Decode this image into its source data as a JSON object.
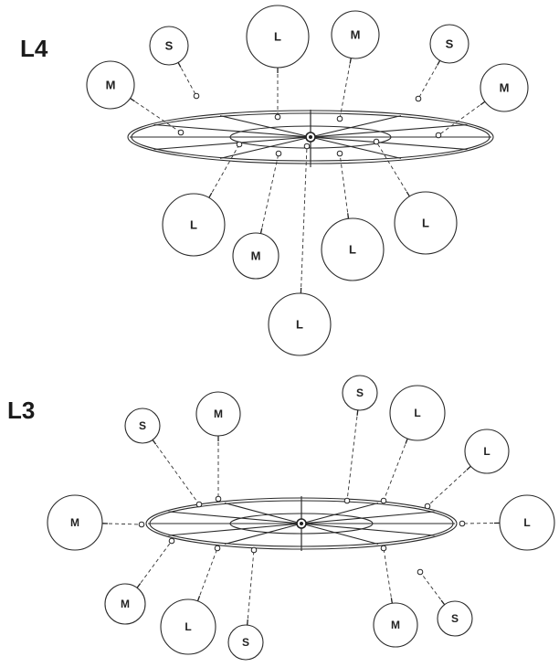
{
  "levels": [
    {
      "title": "L4",
      "balls": [
        {
          "label": "S"
        },
        {
          "label": "L"
        },
        {
          "label": "M"
        },
        {
          "label": "S"
        },
        {
          "label": "M"
        },
        {
          "label": "M"
        },
        {
          "label": "L"
        },
        {
          "label": "M"
        },
        {
          "label": "L"
        },
        {
          "label": "L"
        },
        {
          "label": "L"
        }
      ]
    },
    {
      "title": "L3",
      "balls": [
        {
          "label": "S"
        },
        {
          "label": "M"
        },
        {
          "label": "S"
        },
        {
          "label": "L"
        },
        {
          "label": "M"
        },
        {
          "label": "L"
        },
        {
          "label": "L"
        },
        {
          "label": "M"
        },
        {
          "label": "L"
        },
        {
          "label": "S"
        },
        {
          "label": "M"
        },
        {
          "label": "S"
        }
      ]
    }
  ]
}
